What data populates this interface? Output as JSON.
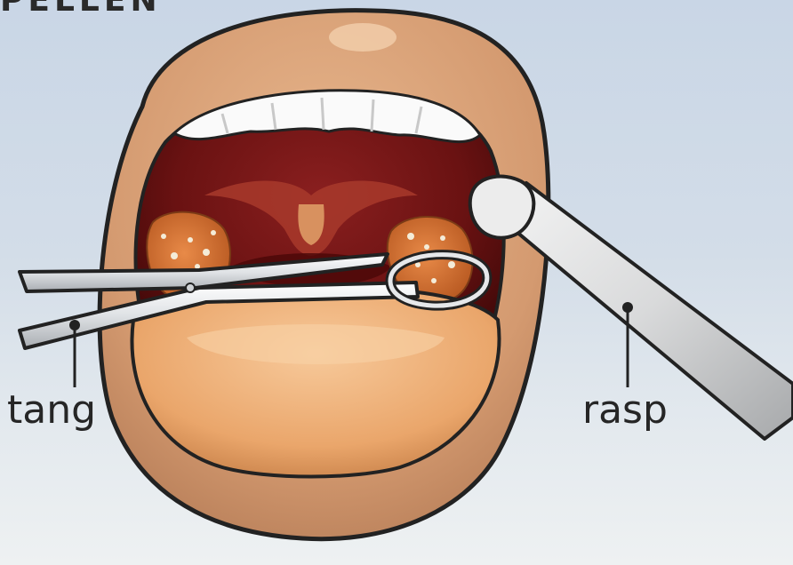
{
  "title": "PELLEN",
  "labels": {
    "tang": "tang",
    "rasp": "rasp"
  },
  "colors": {
    "background_top": "#c9d6e6",
    "background_bottom": "#eef1f2",
    "skin": "#d8a077",
    "lip": "#c98a63",
    "throat": "#6e1414",
    "tongue": "#f0b076",
    "teeth": "#fafafa",
    "tonsil": "#d7783a",
    "pus_spots": "#f4ecd8",
    "instrument": "#e4e6e8",
    "outline": "#222222"
  }
}
